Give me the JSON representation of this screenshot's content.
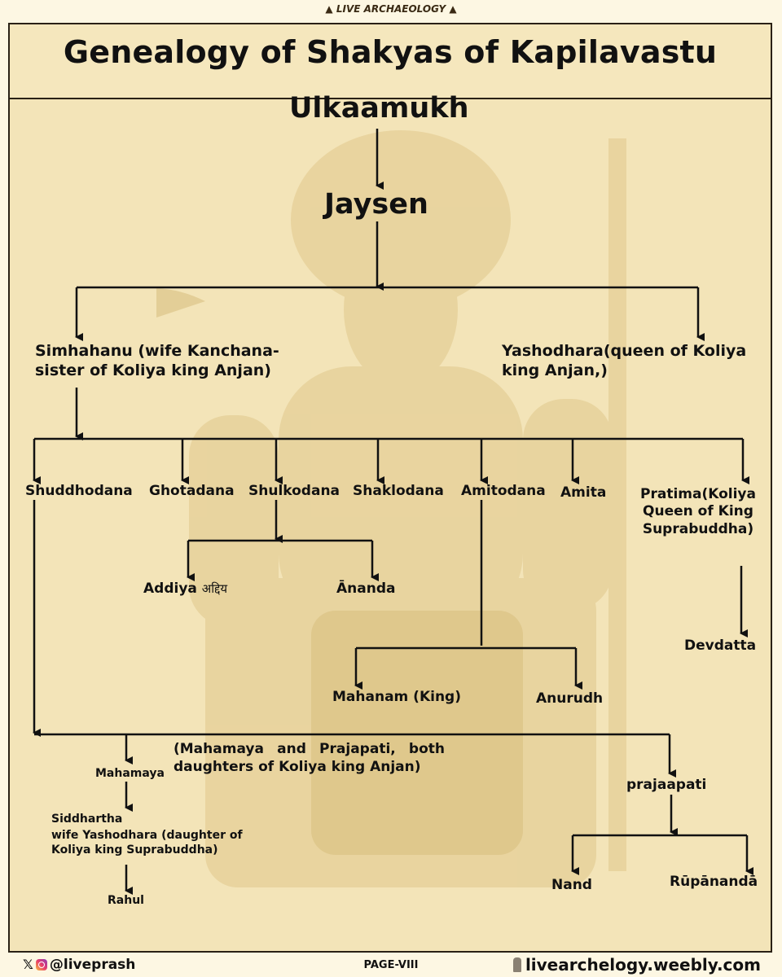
{
  "header": {
    "brand": "LIVE ARCHAEOLOGY",
    "title": "Genealogy of Shakyas of Kapilavastu"
  },
  "nodes": {
    "ulkaamukh": "Ulkaamukh",
    "jaysen": "Jaysen",
    "simhahanu": "Simhahanu (wife Kanchana-sister of Koliya king Anjan)",
    "yashodhara_queen": "Yashodhara(queen of Koliya king Anjan,)",
    "shuddhodana": "Shuddhodana",
    "ghotadana": "Ghotadana",
    "shulkodana": "Shulkodana",
    "shaklodana": "Shaklodana",
    "amitodana": "Amitodana",
    "amita": "Amita",
    "pratima": "Pratima(Koliya Queen of King Suprabuddha)",
    "addiya": "Addiya",
    "addiya_devanagari": "अद्दिय",
    "ananda": "Ānanda",
    "devdatta": "Devdatta",
    "mahanam": "Mahanam (King)",
    "anurudh": "Anurudh",
    "mahamaya": "Mahamaya",
    "siddhartha": "Siddhartha",
    "siddhartha_wife": "wife Yashodhara (daughter of Koliya king Suprabuddha)",
    "rahul": "Rahul",
    "prajaapati": "prajaapati",
    "nand": "Nand",
    "rupananda": "Rūpānandā"
  },
  "note": "(Mahamaya and Prajapati, both daughters of Koliya king Anjan)",
  "footer": {
    "handle": "@liveprash",
    "page": "PAGE-VIII",
    "site": "livearchelogy.weebly.com"
  },
  "icons": [
    "x-icon",
    "instagram-icon",
    "statue-icon",
    "meditating-buddha-icon"
  ],
  "colors": {
    "background": "#f3e4b8",
    "text": "#111111",
    "line": "#111111"
  }
}
